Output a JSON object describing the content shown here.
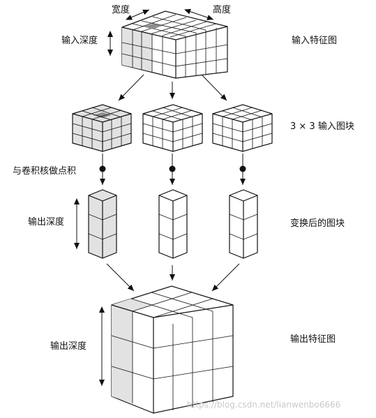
{
  "labels": {
    "width": "宽度",
    "height": "高度",
    "input_depth": "输入深度",
    "input_feature_map": "输入特征图",
    "patches_3x3": "3 × 3 输入图块",
    "dot_with_kernel": "与卷积核做点积",
    "output_depth_mid": "输出深度",
    "transformed_patches": "变换后的图块",
    "output_depth_bottom": "输出深度",
    "output_feature_map": "输出特征图"
  },
  "watermark": "https://blog.csdn.net/lianwenbo6666",
  "colors": {
    "shade": "#e2e2e2",
    "dark_cell": "#8c8c8c",
    "line": "#111111"
  }
}
